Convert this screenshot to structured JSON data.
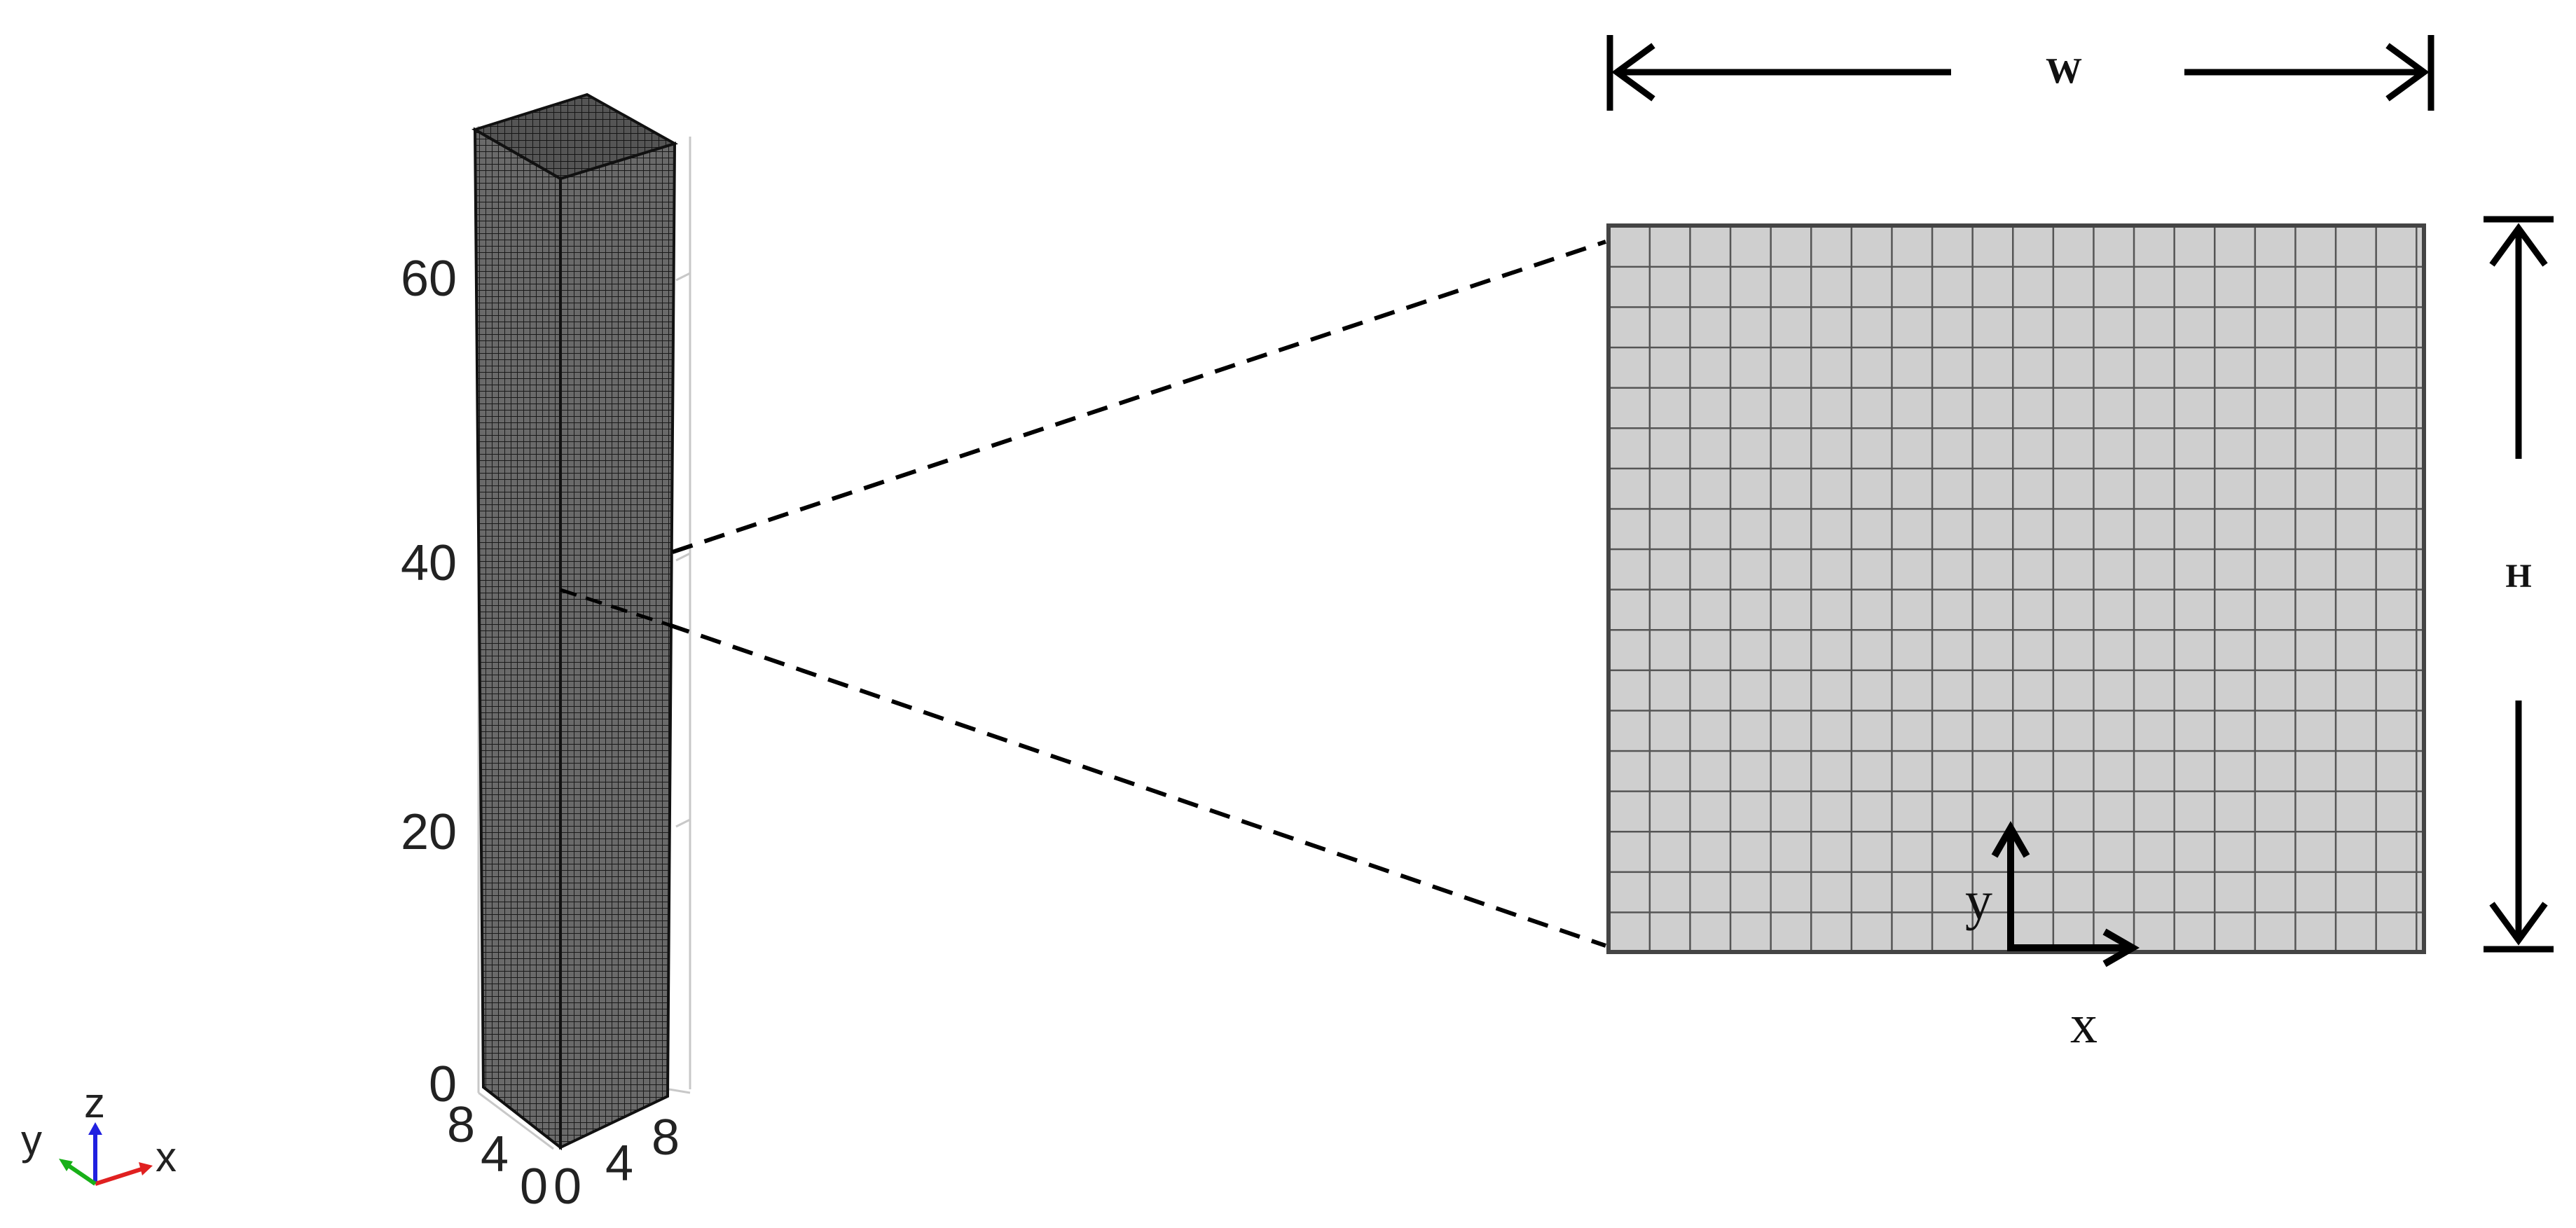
{
  "mesh_model": {
    "z_ticks": [
      "0",
      "20",
      "40",
      "60"
    ],
    "y_ticks": [
      "8",
      "4",
      "0"
    ],
    "x_ticks": [
      "0",
      "4",
      "8"
    ]
  },
  "cross_section": {
    "width_label": "W",
    "height_label": "H",
    "x_axis_label": "x",
    "y_axis_label": "y"
  },
  "axis_triad": {
    "x_label": "x",
    "y_label": "y",
    "z_label": "z",
    "x_color": "#e02020",
    "y_color": "#18b018",
    "z_color": "#2020e0"
  }
}
